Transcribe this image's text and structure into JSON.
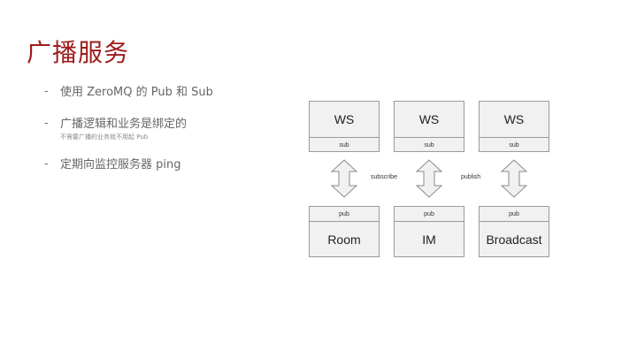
{
  "slide": {
    "title": "广播服务",
    "bullets": [
      {
        "text": "使用 ZeroMQ 的 Pub 和 Sub",
        "sub": ""
      },
      {
        "text": "广播逻辑和业务是绑定的",
        "sub": "不需要广播的业务就不用起 Pub"
      },
      {
        "text": "定期向监控服务器 ping",
        "sub": ""
      }
    ],
    "dash": "-"
  },
  "diagram": {
    "top_boxes": [
      {
        "title": "WS",
        "port": "sub"
      },
      {
        "title": "WS",
        "port": "sub"
      },
      {
        "title": "WS",
        "port": "sub"
      }
    ],
    "bottom_boxes": [
      {
        "title": "Room",
        "port": "pub"
      },
      {
        "title": "IM",
        "port": "pub"
      },
      {
        "title": "Broadcast",
        "port": "pub"
      }
    ],
    "labels": {
      "left": "subscribe",
      "right": "publish"
    },
    "colors": {
      "box_fill": "#f1f1f1",
      "box_border": "#9a9a9a",
      "title": "#9e1b1b"
    }
  }
}
